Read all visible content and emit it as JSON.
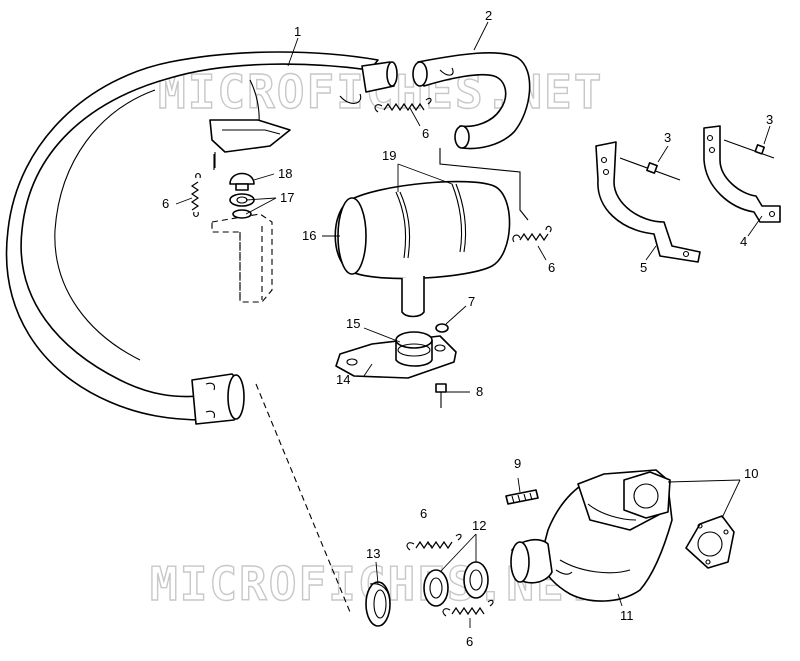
{
  "diagram": {
    "watermark_top": "MICROFICHES.NET",
    "watermark_bottom": "MICROFICHES.NET",
    "callouts": {
      "c1": "1",
      "c2": "2",
      "c3a": "3",
      "c3b": "3",
      "c4": "4",
      "c5": "5",
      "c6a": "6",
      "c6b": "6",
      "c6c": "6",
      "c6d": "6",
      "c6e": "6",
      "c7": "7",
      "c8": "8",
      "c9": "9",
      "c10": "10",
      "c11": "11",
      "c12": "12",
      "c13": "13",
      "c14": "14",
      "c15": "15",
      "c16": "16",
      "c17": "17",
      "c18": "18",
      "c19": "19"
    }
  }
}
